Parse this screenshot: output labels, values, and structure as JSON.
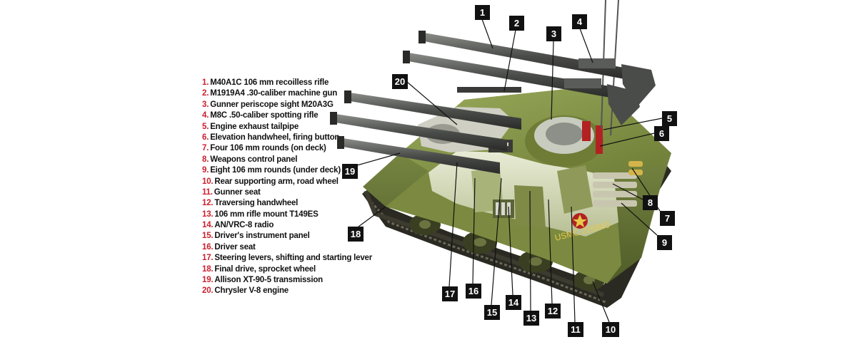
{
  "legend": [
    {
      "num": "1.",
      "label": "M40A1C 106 mm recoilless rifle"
    },
    {
      "num": "2.",
      "label": "M1919A4 .30-caliber machine gun"
    },
    {
      "num": "3.",
      "label": "Gunner periscope sight M20A3G"
    },
    {
      "num": "4.",
      "label": "M8C .50-caliber spotting rifle"
    },
    {
      "num": "5.",
      "label": "Engine exhaust tailpipe"
    },
    {
      "num": "6.",
      "label": "Elevation handwheel, firing button"
    },
    {
      "num": "7.",
      "label": "Four 106 mm rounds (on deck)"
    },
    {
      "num": "8.",
      "label": "Weapons control panel"
    },
    {
      "num": "9.",
      "label": "Eight 106 mm rounds (under deck)"
    },
    {
      "num": "10.",
      "label": "Rear supporting arm, road wheel"
    },
    {
      "num": "11.",
      "label": "Gunner seat"
    },
    {
      "num": "12.",
      "label": "Traversing handwheel"
    },
    {
      "num": "13.",
      "label": "106 mm rifle mount T149ES"
    },
    {
      "num": "14.",
      "label": "AN/VRC-8 radio"
    },
    {
      "num": "15.",
      "label": "Driver's instrument panel"
    },
    {
      "num": "16.",
      "label": "Driver seat"
    },
    {
      "num": "17.",
      "label": "Steering levers, shifting and starting lever"
    },
    {
      "num": "18.",
      "label": "Final drive, sprocket wheel"
    },
    {
      "num": "19.",
      "label": "Allison XT-90-5 transmission"
    },
    {
      "num": "20.",
      "label": "Chrysler V-8 engine"
    }
  ],
  "callouts": [
    "1",
    "2",
    "3",
    "4",
    "5",
    "6",
    "7",
    "8",
    "9",
    "10",
    "11",
    "12",
    "13",
    "14",
    "15",
    "16",
    "17",
    "18",
    "19",
    "20"
  ],
  "hull_marking": "USMC 226840",
  "colors": {
    "number_accent": "#cc1f2c",
    "callout_bg": "#111111",
    "hull": "#6b7a3a"
  }
}
